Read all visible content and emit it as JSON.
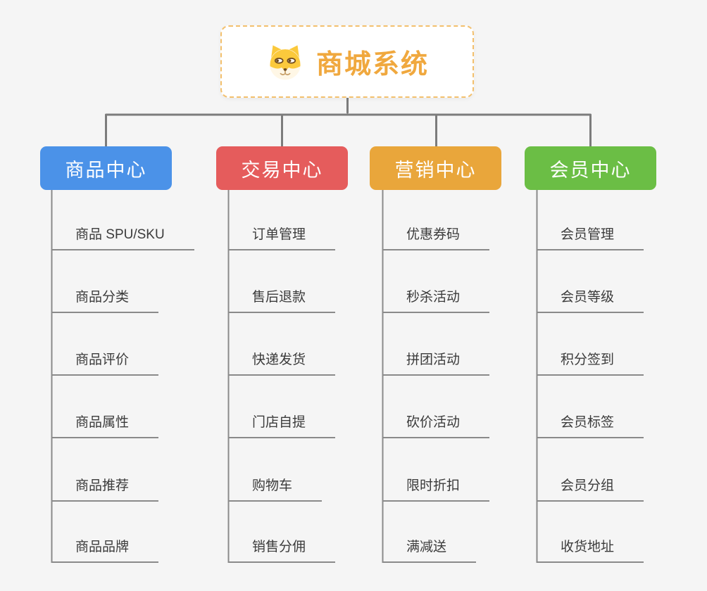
{
  "root": {
    "title": "商城系统",
    "icon": "dog-face-icon"
  },
  "branches": [
    {
      "label": "商品中心",
      "color": "#4b92e8",
      "children": [
        "商品 SPU/SKU",
        "商品分类",
        "商品评价",
        "商品属性",
        "商品推荐",
        "商品品牌"
      ]
    },
    {
      "label": "交易中心",
      "color": "#e55c5c",
      "children": [
        "订单管理",
        "售后退款",
        "快递发货",
        "门店自提",
        "购物车",
        "销售分佣"
      ]
    },
    {
      "label": "营销中心",
      "color": "#e9a63b",
      "children": [
        "优惠券码",
        "秒杀活动",
        "拼团活动",
        "砍价活动",
        "限时折扣",
        "满减送"
      ]
    },
    {
      "label": "会员中心",
      "color": "#6bbe45",
      "children": [
        "会员管理",
        "会员等级",
        "积分签到",
        "会员标签",
        "会员分组",
        "收货地址"
      ]
    }
  ],
  "colors": {
    "root_title": "#f0a83e",
    "root_border": "#f3c06d",
    "connector": "#7c7c7c",
    "underline": "#8a8a8a",
    "child_text": "#3b3b3b",
    "background": "#f5f5f5"
  }
}
